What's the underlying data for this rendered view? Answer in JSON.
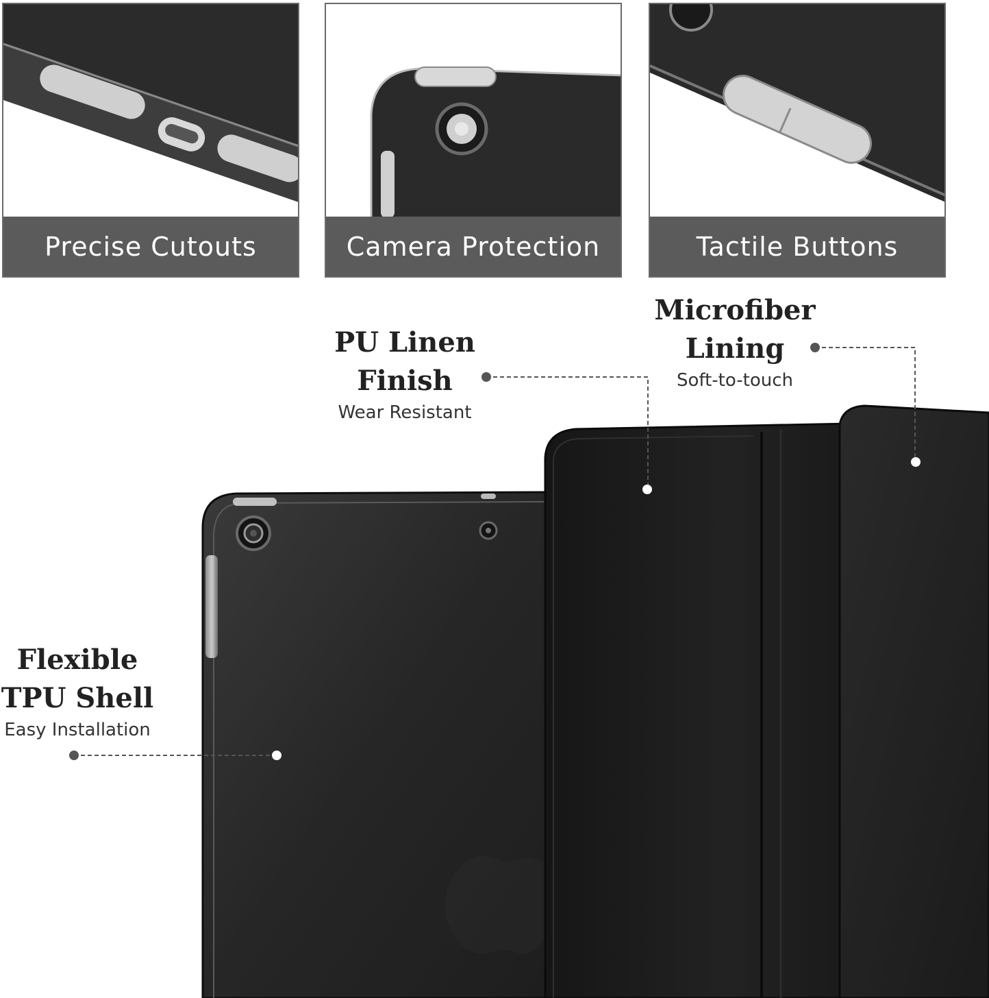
{
  "thumbnails": [
    {
      "caption": "Precise Cutouts",
      "photo": "port-cutouts-closeup"
    },
    {
      "caption": "Camera Protection",
      "photo": "camera-corner-closeup"
    },
    {
      "caption": "Tactile Buttons",
      "photo": "volume-buttons-closeup"
    }
  ],
  "features": {
    "pu_linen": {
      "title_line1": "PU Linen",
      "title_line2": "Finish",
      "subtitle": "Wear Resistant"
    },
    "microfiber": {
      "title_line1": "Microfiber",
      "title_line2": "Lining",
      "subtitle": "Soft-to-touch"
    },
    "tpu_shell": {
      "title_line1": "Flexible",
      "title_line2": "TPU Shell",
      "subtitle": "Easy Installation"
    }
  },
  "colors": {
    "caption_bar": "#5b5b5b",
    "case_black": "#1c1c1c",
    "callout_dot": "#555555",
    "callout_line": "#555555",
    "marker_dot": "#ffffff"
  },
  "icons": [
    "camera-lens-icon",
    "microphone-hole-icon",
    "apple-logo-icon",
    "callout-dot-icon"
  ]
}
